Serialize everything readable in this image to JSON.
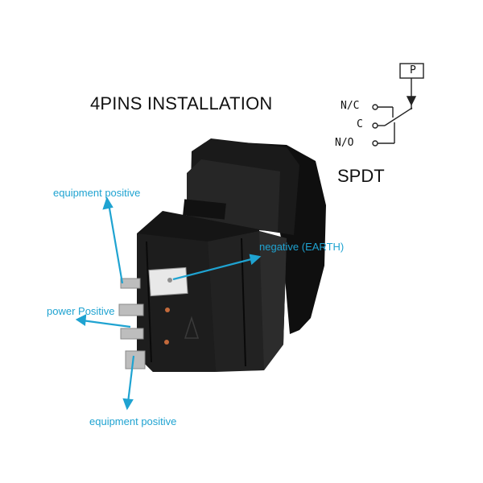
{
  "diagram": {
    "title": "4PINS INSTALLATION",
    "switch_type": "SPDT"
  },
  "schematic": {
    "pole_label": "P",
    "terminals": [
      {
        "label": "N/C"
      },
      {
        "label": "C"
      },
      {
        "label": "N/O"
      }
    ]
  },
  "callouts": {
    "top_left": "equipment positive",
    "middle_left": "power Positive",
    "bottom_left": "equipment positive",
    "right": "negative (EARTH)"
  },
  "colors": {
    "callout": "#1fa3d1",
    "switch_body": "#141414",
    "pins": "#b9b9b9"
  }
}
